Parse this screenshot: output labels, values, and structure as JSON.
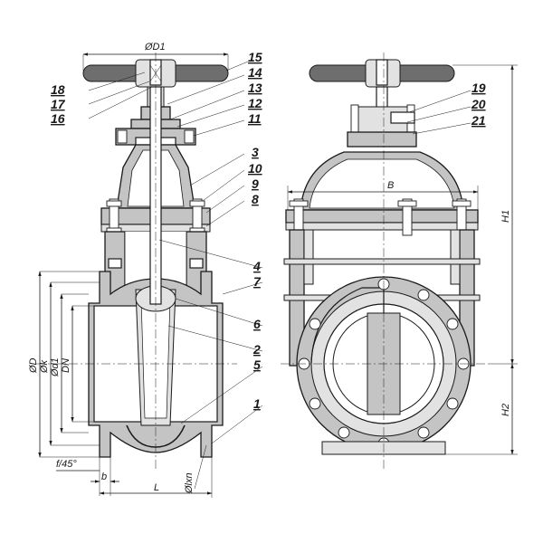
{
  "callouts": {
    "c1": "1",
    "c2": "2",
    "c3": "3",
    "c4": "4",
    "c5": "5",
    "c6": "6",
    "c7": "7",
    "c8": "8",
    "c9": "9",
    "c10": "10",
    "c11": "11",
    "c12": "12",
    "c13": "13",
    "c14": "14",
    "c15": "15",
    "c16": "16",
    "c17": "17",
    "c18": "18",
    "c19": "19",
    "c20": "20",
    "c21": "21"
  },
  "dimensions": {
    "handwheel_diameter": "ØD1",
    "outer_diameter": "ØD",
    "bolt_circle": "Øk",
    "raised_face": "Ød1",
    "nominal_size": "DN",
    "chamfer": "f/45°",
    "flange_thickness": "b",
    "face_to_face": "L",
    "holes": "Ølxn",
    "body_width": "B",
    "total_height": "H1",
    "axis_height": "H2"
  }
}
